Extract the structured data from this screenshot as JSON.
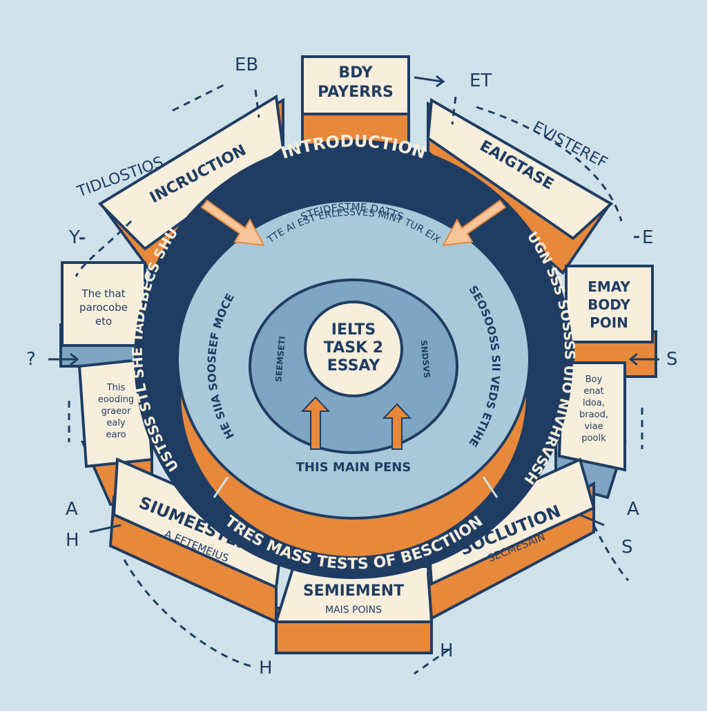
{
  "colors": {
    "background": "#cfe2ea",
    "navy": "#1f3d63",
    "orange": "#e8883a",
    "cream": "#f7eedc",
    "light_blue": "#a9c8da",
    "mid_blue": "#7ea6c2"
  },
  "center": {
    "line1": "IELTS",
    "line2": "TASK 2",
    "line3": "ESSAY"
  },
  "rings": {
    "outer_top": "INTRODUCTION",
    "outer_bottom": "TRES MASS TESTS OF BESCTIION",
    "outer_left": "SUSTSSS STL SHE TADEBECS SHUN",
    "outer_right": "IUGN SSS SOSSSS UIO NIVHRVSSH",
    "inner_top_line1": "STEIDESTME DATTS",
    "inner_top_line2": "TTE AI EST ERLESSVES MINT TUR EIX",
    "inner_left": "HE SIIA SOOSEEF MOCE",
    "inner_right": "SEOSOOSS SII VEDS ETIHE",
    "inner_bottom_left": "THIS MAIN PENS",
    "core_left": "SEEMSETI",
    "core_right": "SNDSVS"
  },
  "blocks": {
    "top": {
      "line1": "BDY",
      "line2": "PAYERRS"
    },
    "top_left": "INCRUCTION",
    "top_right": "EAIGTASE",
    "left_upper": {
      "line1": "The that",
      "line2": "parocobe",
      "line3": "eto"
    },
    "left_lower": {
      "line1": "This",
      "line2": "eooding",
      "line3": "graeor",
      "line4": "ealy",
      "line5": "earo"
    },
    "right_upper": {
      "line1": "EMAY",
      "line2": "BODY",
      "line3": "POIN"
    },
    "right_lower": {
      "line1": "Boy",
      "line2": "enat",
      "line3": "ldoa,",
      "line4": "braod,",
      "line5": "viae",
      "line6": "poolk"
    },
    "bottom_left": {
      "line1": "SIUMEESTEITY",
      "line2": "A EFTEMEIUS"
    },
    "bottom": {
      "line1": "SEMIEMENT",
      "line2": "MAIS POINS"
    },
    "bottom_right": {
      "line1": "SOCLUTION",
      "line2": "SECMESAIN"
    }
  },
  "annotations": {
    "top_left_a": "EB",
    "top_left_b": "TIDLOSTIOS",
    "top_right_a": "ET",
    "top_right_b": "EVISTEREF",
    "left_y": "Y",
    "left_q": "?",
    "left_a": "A",
    "left_h": "H",
    "right_e": "E",
    "right_s": "S",
    "right_a": "A",
    "right_s2": "S",
    "bottom_h1": "H",
    "bottom_h2": "H"
  }
}
